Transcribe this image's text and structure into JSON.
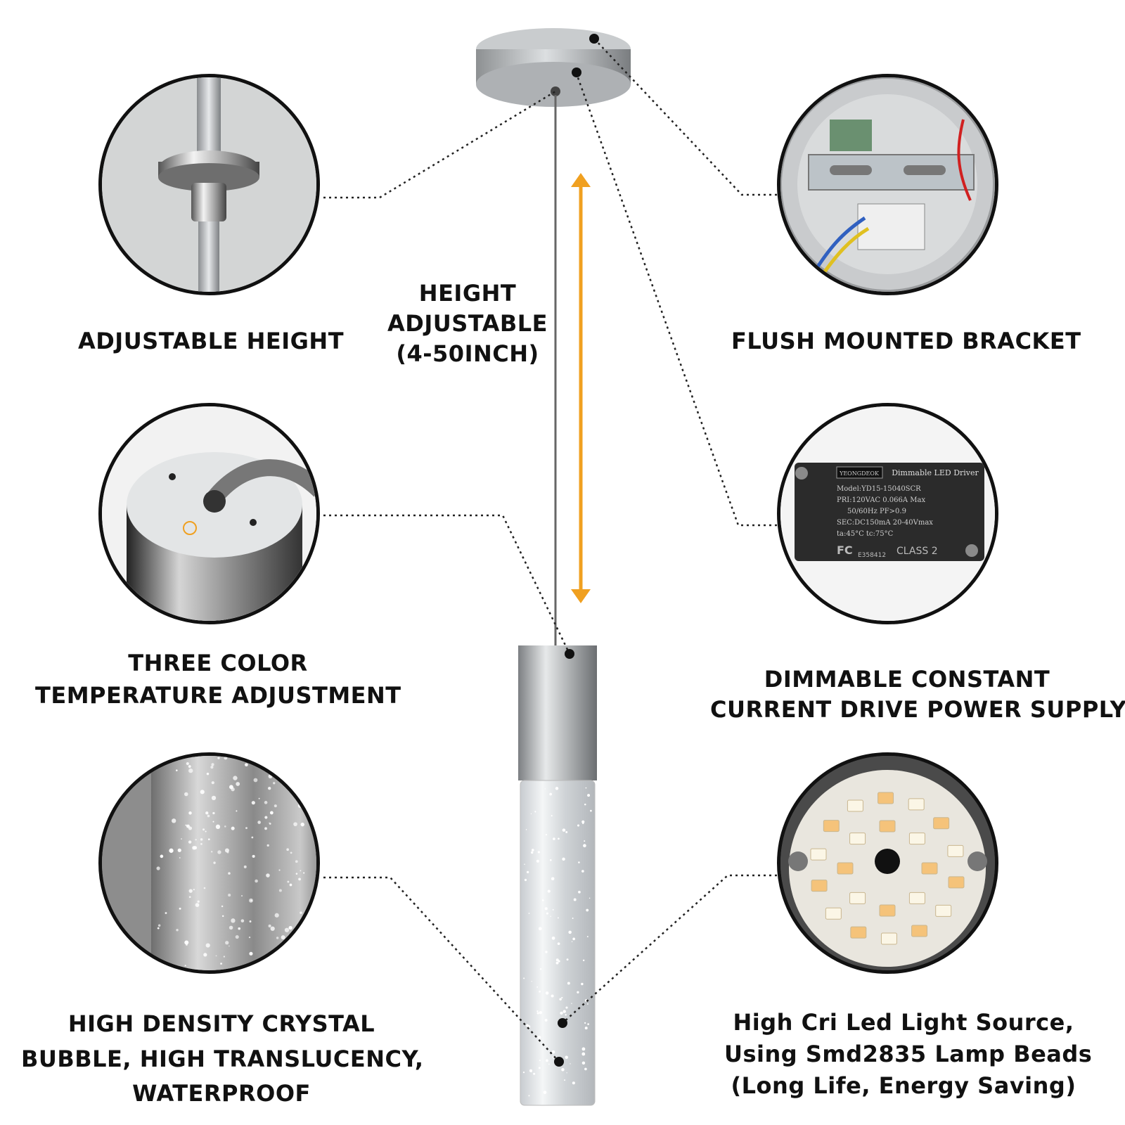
{
  "features": {
    "adjustable_height": [
      "ADJUSTABLE HEIGHT"
    ],
    "flush_bracket": [
      "FLUSH MOUNTED BRACKET"
    ],
    "color_temp": [
      "THREE COLOR",
      "TEMPERATURE ADJUSTMENT"
    ],
    "power_supply": [
      "DIMMABLE CONSTANT",
      "CURRENT DRIVE POWER SUPPLY"
    ],
    "crystal": [
      "HIGH DENSITY CRYSTAL",
      "BUBBLE, HIGH TRANSLUCENCY,",
      "WATERPROOF"
    ],
    "led_source": [
      "High Cri Led Light Source,",
      "Using Smd2835 Lamp Beads",
      "(Long Life, Energy Saving)"
    ]
  },
  "height_callout": [
    "HEIGHT",
    "ADJUSTABLE",
    "(4-50INCH)"
  ],
  "driver_label": {
    "brand": "YEONGDEOK",
    "title": "Dimmable LED Driver",
    "model": "Model:YD15-15040SCR",
    "pri": "PRI:120VAC 0.066A Max",
    "freq": "50/60Hz PF>0.9",
    "sec": "SEC:DC150mA 20-40Vmax",
    "temps": "ta:45°C   tc:75°C",
    "fc": "FC",
    "cert": "E358412",
    "class": "CLASS 2"
  },
  "colors": {
    "accent": "#f0a020",
    "metal": "#b9bcbf",
    "outline": "#111111"
  }
}
